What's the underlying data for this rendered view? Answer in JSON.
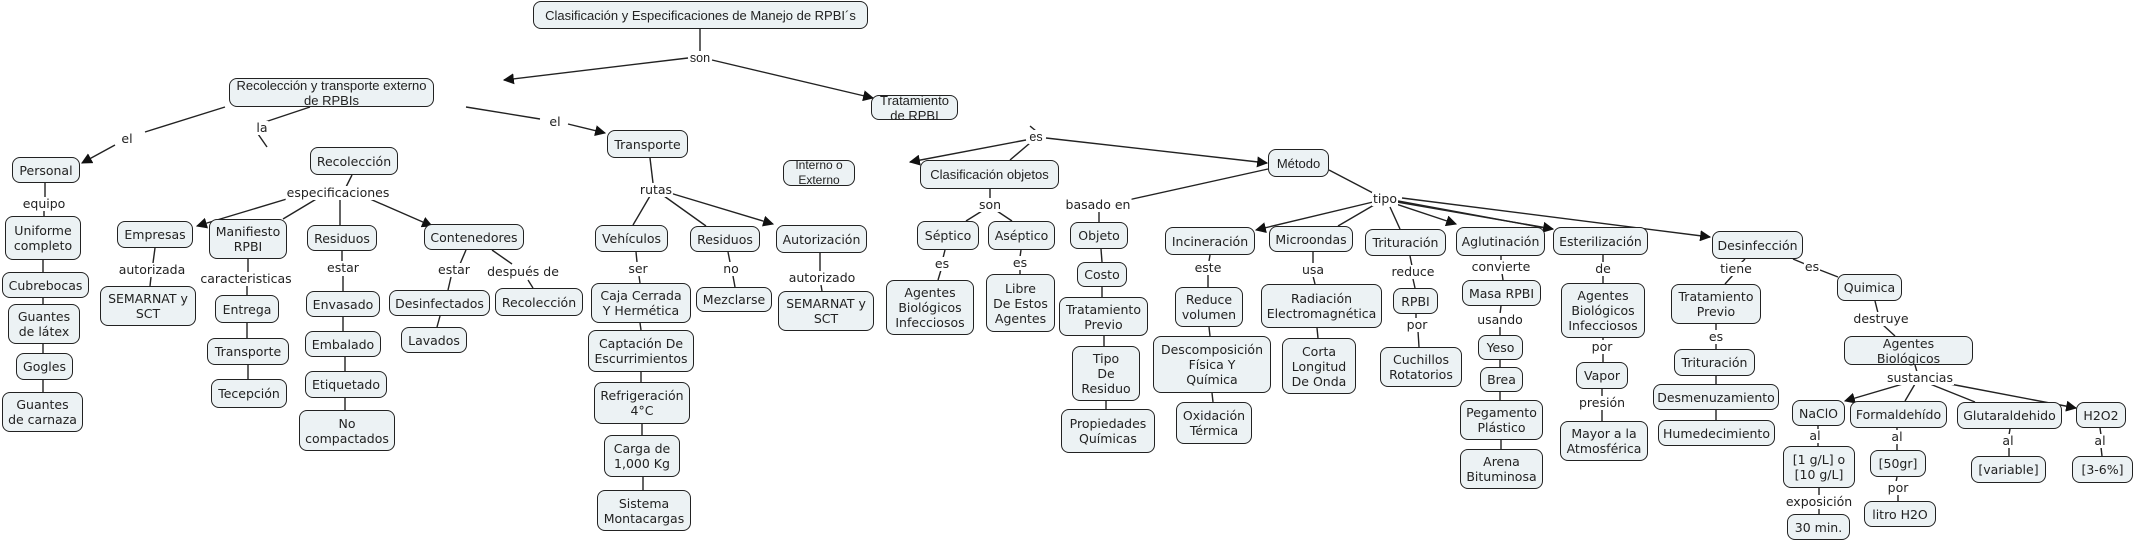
{
  "title": "Clasificación y Especificaciones de Manejo de RPBI´s",
  "colors": {
    "node_fill": "#ecf2f4",
    "node_border": "#222222",
    "line": "#222222",
    "background": "#ffffff"
  },
  "nodes": {
    "root": "Clasificación y Especificaciones de Manejo de RPBI´s",
    "recoleccion_transporte": "Recolección y transporte externo de RPBIs",
    "tratamiento": "Tratamiento de RPBI",
    "personal": "Personal",
    "uniforme": "Uniforme\ncompleto",
    "cubrebocas": "Cubrebocas",
    "guantes_latex": "Guantes\nde látex",
    "gogles": "Gogles",
    "guantes_carnaza": "Guantes\nde carnaza",
    "recoleccion": "Recolección",
    "empresas": "Empresas",
    "semarnat1": "SEMARNAT y\nSCT",
    "manifiesto": "Manifiesto\nRPBI",
    "entrega": "Entrega",
    "transporte_m": "Transporte",
    "tecepcion": "Tecepción",
    "residuos1": "Residuos",
    "envasado": "Envasado",
    "embalado": "Embalado",
    "etiquetado": "Etiquetado",
    "no_compactados": "No\ncompactados",
    "contenedores": "Contenedores",
    "desinfectados": "Desinfectados",
    "lavados": "Lavados",
    "recoleccion2": "Recolección",
    "transporte": "Transporte",
    "vehiculos": "Vehículos",
    "caja": "Caja Cerrada\nY Hermética",
    "captacion": "Captación De\nEscurrimientos",
    "refrigeracion": "Refrigeración\n4°C",
    "carga": "Carga de\n1,000 Kg",
    "montacargas": "Sistema\nMontacargas",
    "residuos2": "Residuos",
    "mezclarse": "Mezclarse",
    "autorizacion": "Autorización",
    "semarnat2": "SEMARNAT y\nSCT",
    "interno": "Interno o Externo",
    "clasif_obj": "Clasificación objetos",
    "septico": "Séptico",
    "aseptico": "Aséptico",
    "agentes1": "Agentes\nBiológicos\nInfecciosos",
    "libre": "Libre\nDe Estos\nAgentes",
    "metodo": "Método",
    "objeto": "Objeto",
    "costo": "Costo",
    "trat_previo1": "Tratamiento\nPrevio",
    "tipo_residuo": "Tipo\nDe\nResiduo",
    "propiedades": "Propiedades\nQuímicas",
    "incineracion": "Incineración",
    "reduce_vol": "Reduce\nvolumen",
    "descomposicion": "Descomposición\nFísica Y\nQuímica",
    "oxidacion": "Oxidación\nTérmica",
    "microondas": "Microondas",
    "radiacion": "Radiación\nElectromagnética",
    "corta": "Corta\nLongitud\nDe Onda",
    "trituracion1": "Trituración",
    "rpbi": "RPBI",
    "cuchillos": "Cuchillos\nRotatorios",
    "aglutinacion": "Aglutinación",
    "masa": "Masa RPBI",
    "yeso": "Yeso",
    "brea": "Brea",
    "pegamento": "Pegamento\nPlástico",
    "arena": "Arena\nBituminosa",
    "esterilizacion": "Esterilización",
    "agentes2": "Agentes\nBiológicos\nInfecciosos",
    "vapor": "Vapor",
    "mayor": "Mayor a la\nAtmosférica",
    "desinfeccion": "Desinfección",
    "trat_previo2": "Tratamiento\nPrevio",
    "trituracion2": "Trituración",
    "desmenuzamiento": "Desmenuzamiento",
    "humedecimiento": "Humedecimiento",
    "quimica": "Quimica",
    "agentes3": "Agentes Biológicos",
    "naclo": "NaClO",
    "conc_naclo": "[1 g/L] o\n[10 g/L]",
    "treinta": "30 min.",
    "formaldehido": "Formaldehído",
    "cincuenta": "[50gr]",
    "litro": "litro H2O",
    "glutaraldehido": "Glutaraldehido",
    "variable": "[variable]",
    "h2o2": "H2O2",
    "tres_seis": "[3-6%]"
  },
  "links": {
    "son1": "son",
    "el1": "el",
    "la": "la",
    "el2": "el",
    "equipo": "equipo",
    "especificaciones": "especificaciones",
    "autorizada": "autorizada",
    "caracteristicas": "caracteristicas",
    "estar1": "estar",
    "estar2": "estar",
    "despues": "después de",
    "rutas": "rutas",
    "ser": "ser",
    "no": "no",
    "autorizado": "autorizado",
    "es1": "es",
    "son2": "son",
    "es2": "es",
    "es3": "es",
    "basado": "basado en",
    "tipo": "tipo",
    "este": "este",
    "usa": "usa",
    "reduce": "reduce",
    "por1": "por",
    "convierte": "convierte",
    "usando": "usando",
    "de": "de",
    "por2": "por",
    "presion": "presión",
    "tiene": "tiene",
    "es4": "es",
    "es5": "es",
    "destruye": "destruye",
    "sustancias": "sustancias",
    "al1": "al",
    "exposicion": "exposición",
    "al2": "al",
    "por3": "por",
    "al3": "al",
    "al4": "al"
  }
}
